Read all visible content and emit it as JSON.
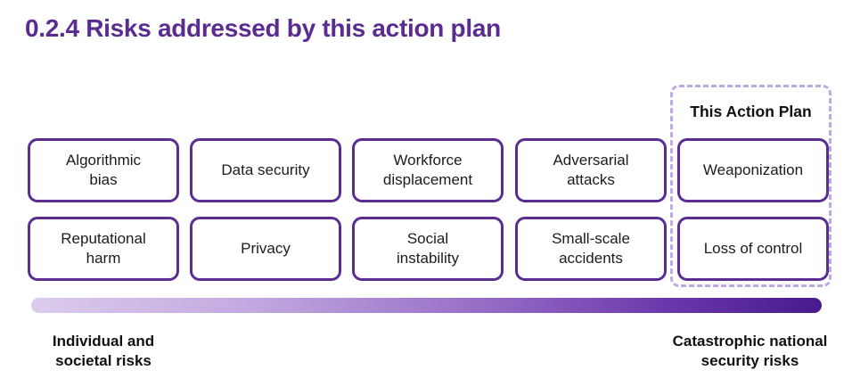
{
  "title": "0.2.4 Risks addressed by this action plan",
  "action_plan_label": "This Action Plan",
  "boxes": {
    "row1": [
      {
        "line1": "Algorithmic",
        "line2": "bias"
      },
      {
        "line1": "Data security",
        "line2": ""
      },
      {
        "line1": "Workforce",
        "line2": "displacement"
      },
      {
        "line1": "Adversarial",
        "line2": "attacks"
      },
      {
        "line1": "Weaponization",
        "line2": ""
      }
    ],
    "row2": [
      {
        "line1": "Reputational",
        "line2": "harm"
      },
      {
        "line1": "Privacy",
        "line2": ""
      },
      {
        "line1": "Social",
        "line2": "instability"
      },
      {
        "line1": "Small-scale",
        "line2": "accidents"
      },
      {
        "line1": "Loss of control",
        "line2": ""
      }
    ]
  },
  "spectrum": {
    "left_lines": [
      "Individual and",
      "societal risks"
    ],
    "right_lines": [
      "Catastrophic national",
      "security risks"
    ],
    "gradient_start": "#dbccec",
    "gradient_end": "#471a8c"
  },
  "colors": {
    "title": "#5b2c90",
    "box_border": "#5b2d91",
    "dashed_outline": "#bfa9e1",
    "text": "#1c1c1c",
    "background": "#ffffff"
  }
}
